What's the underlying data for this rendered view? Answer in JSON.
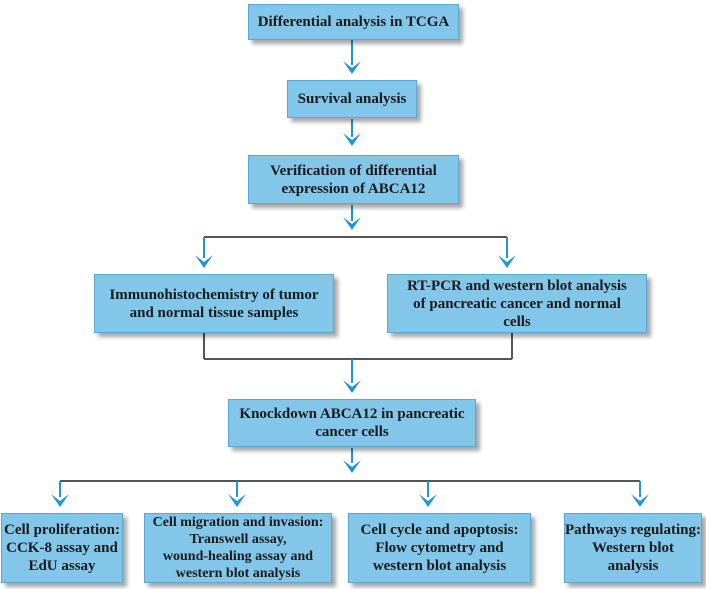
{
  "colors": {
    "box_fill": "#82c6ea",
    "box_border": "#5aa7d2",
    "arrow": "#2196d6",
    "line": "#555555",
    "text": "#1a1a1a"
  },
  "steps": {
    "tcga": "Differential analysis in TCGA",
    "survival": "Survival analysis",
    "verification": "Verification of differential\nexpression of ABCA12",
    "ihc": "Immunohistochemistry of tumor\nand normal tissue samples",
    "rtpcr": "RT-PCR and western blot analysis\nof pancreatic cancer and normal\ncells",
    "knockdown": "Knockdown ABCA12 in pancreatic\ncancer cells",
    "proliferation": "Cell proliferation:\nCCK-8 assay and\nEdU assay",
    "migration": "Cell migration and invasion:\nTranswell assay,\nwound-healing assay and\nwestern blot analysis",
    "cycle": "Cell cycle and apoptosis:\nFlow cytometry and\nwestern blot analysis",
    "pathways": "Pathways regulating:\nWestern blot\nanalysis"
  }
}
